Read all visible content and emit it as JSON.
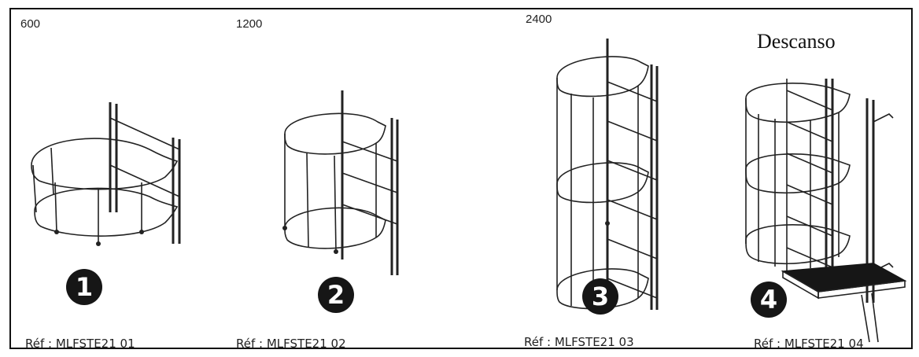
{
  "frame": {
    "panels": [
      {
        "size_label": "600",
        "ref": "Réf : MLFSTE21 01",
        "badge": "1",
        "icon": "cage-600-icon"
      },
      {
        "size_label": "1200",
        "ref": "Réf : MLFSTE21 02",
        "badge": "2",
        "icon": "cage-1200-icon"
      },
      {
        "size_label": "2400",
        "ref": "Réf : MLFSTE21 03",
        "badge": "3",
        "icon": "cage-2400-icon"
      },
      {
        "title": "Descanso",
        "ref": "Réf : MLFSTE21 04",
        "badge": "4",
        "icon": "cage-rest-platform-icon"
      }
    ]
  }
}
